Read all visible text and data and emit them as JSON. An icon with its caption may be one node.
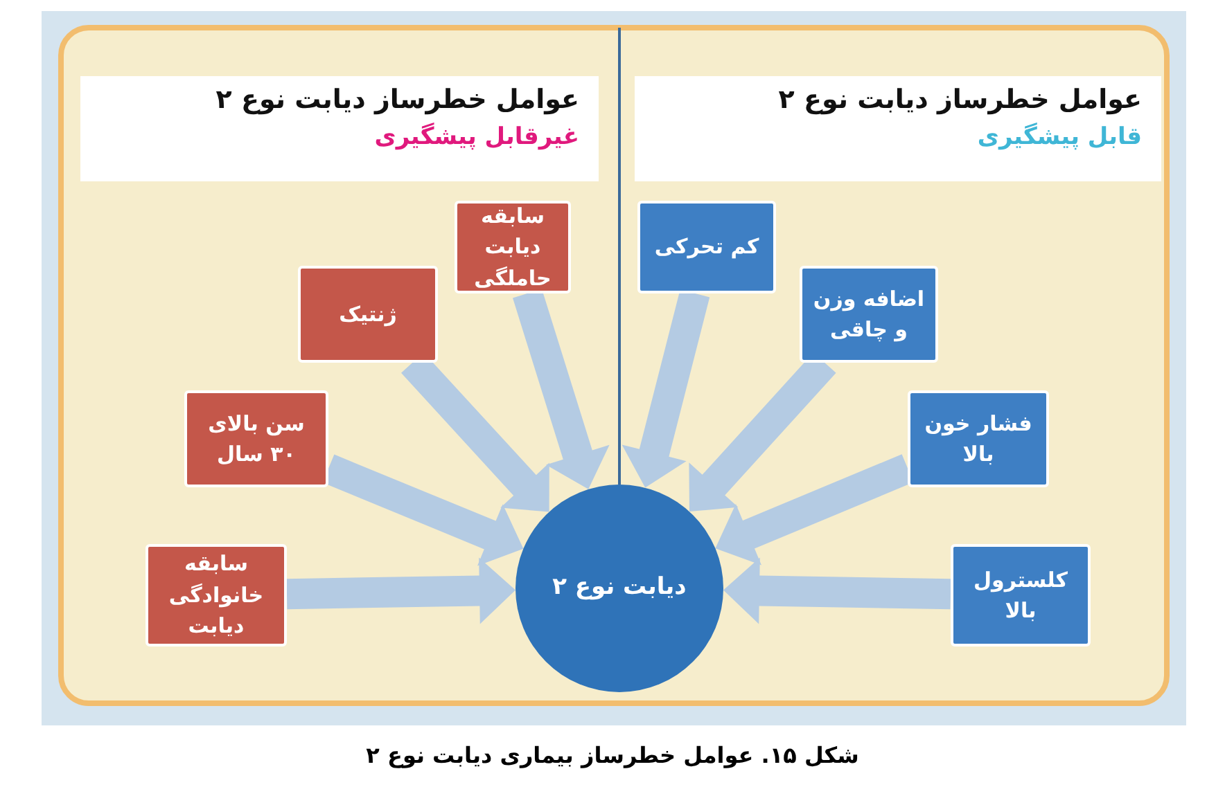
{
  "diagram": {
    "caption": "شکل ۱۵. عوامل خطرساز بیماری دیابت نوع ۲",
    "nodes": [
      {
        "text": [
          "عوامل خطرساز دیابت نوع ۲",
          "قابل پیشگیری"
        ]
      },
      {
        "text": [
          "عوامل خطرساز دیابت نوع ۲",
          "غیرقابل پیشگیری"
        ]
      },
      {
        "text": [
          "کم تحرکی"
        ]
      },
      {
        "text": [
          "اضافه وزن و چاقی"
        ]
      },
      {
        "text": [
          "فشار خون بالا"
        ]
      },
      {
        "text": [
          "کلسترول بالا"
        ]
      },
      {
        "text": [
          "سابقه دیابت حاملگی"
        ]
      },
      {
        "text": [
          "ژنتیک"
        ]
      },
      {
        "text": [
          "سن بالای ۳۰ سال"
        ]
      },
      {
        "text": [
          "سابقه خانوادگی دیابت"
        ]
      },
      {
        "text": [
          "دیابت نوع ۲"
        ]
      }
    ],
    "edges": [
      {
        "from": 2,
        "to": 10,
        "arrow": "to"
      },
      {
        "from": 3,
        "to": 10,
        "arrow": "to"
      },
      {
        "from": 4,
        "to": 10,
        "arrow": "to"
      },
      {
        "from": 5,
        "to": 10,
        "arrow": "to"
      },
      {
        "from": 6,
        "to": 10,
        "arrow": "to"
      },
      {
        "from": 7,
        "to": 10,
        "arrow": "to"
      },
      {
        "from": 8,
        "to": 10,
        "arrow": "to"
      },
      {
        "from": 9,
        "to": 10,
        "arrow": "to"
      }
    ]
  }
}
